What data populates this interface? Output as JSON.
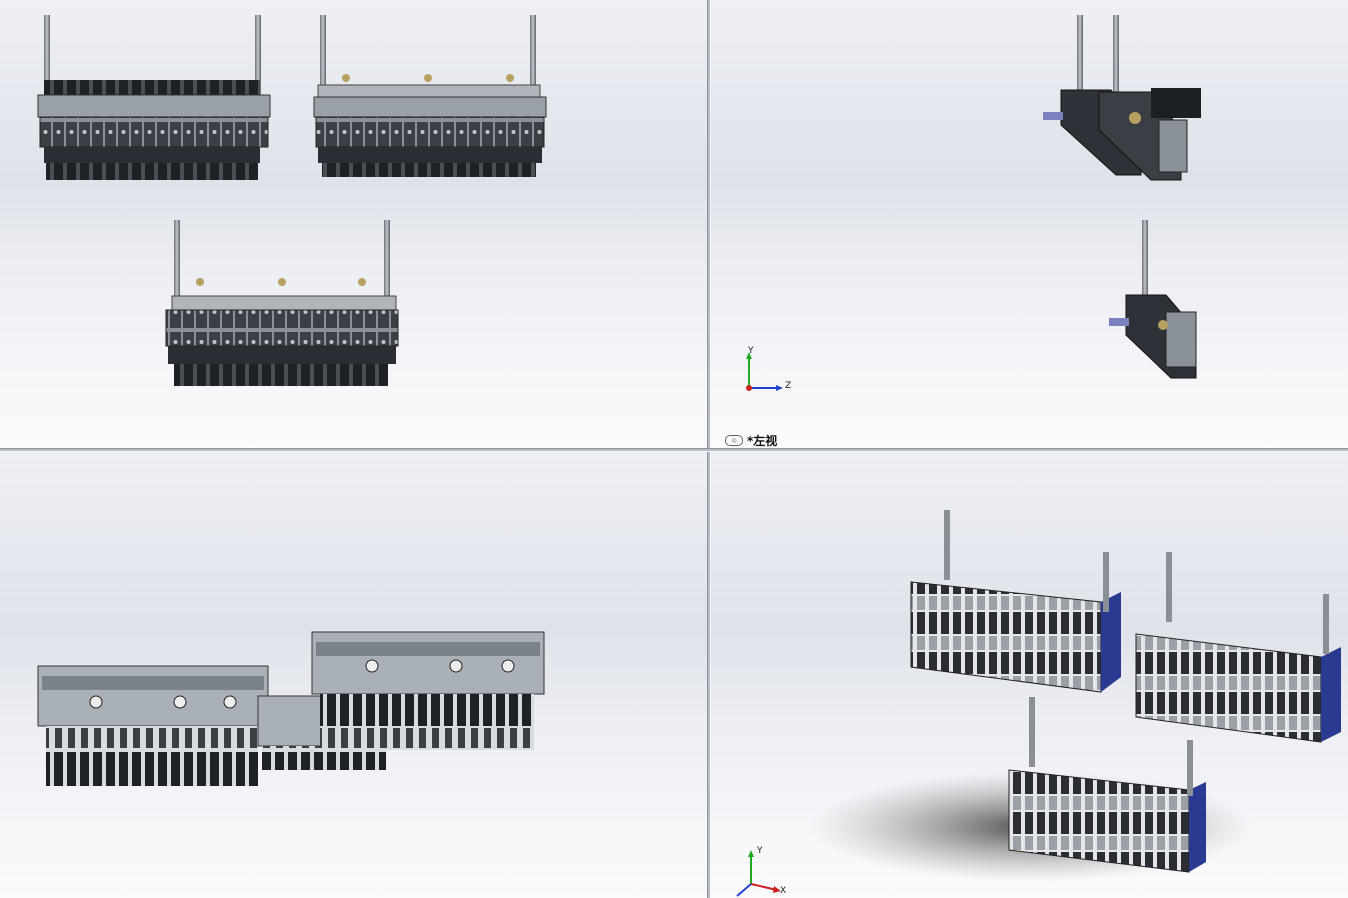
{
  "viewports": {
    "top_right": {
      "view_label": "*左视",
      "triad": {
        "axis_up": "Y",
        "axis_right": "Z"
      }
    },
    "bottom_right": {
      "triad": {
        "axis_up": "Y",
        "axis_right": "X"
      }
    }
  },
  "colors": {
    "part_dark": "#2e3238",
    "part_mid": "#6a7078",
    "part_light": "#c8ccd2",
    "rod": "#8a8f96",
    "brass": "#b8a060",
    "accent_blue": "#3a4fb0",
    "axis_y": "#22aa22",
    "axis_z": "#2244cc",
    "axis_x": "#cc2222"
  }
}
